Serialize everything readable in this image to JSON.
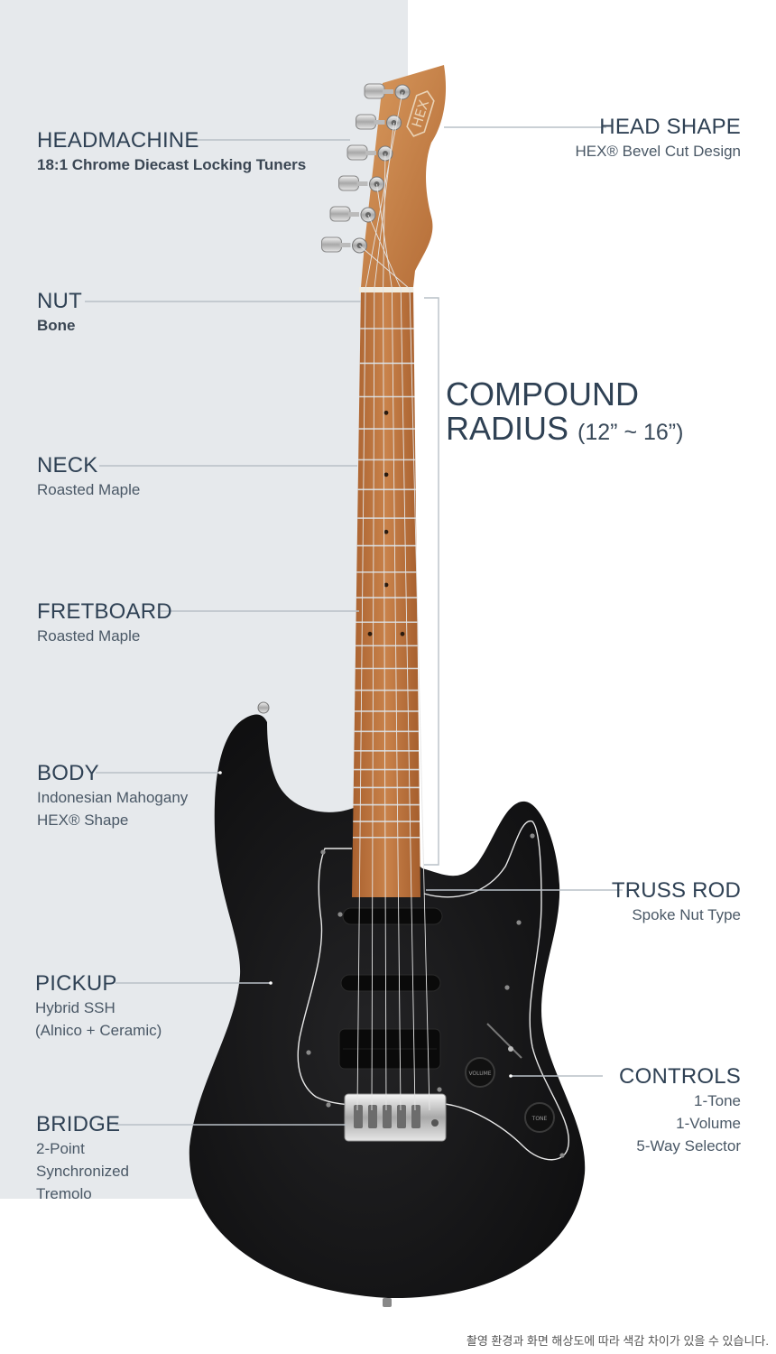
{
  "specs": {
    "headmachine": {
      "title": "HEADMACHINE",
      "desc": "18:1 Chrome Diecast Locking Tuners"
    },
    "nut": {
      "title": "NUT",
      "desc": "Bone"
    },
    "neck": {
      "title": "NECK",
      "desc": "Roasted Maple"
    },
    "fretboard": {
      "title": "FRETBOARD",
      "desc": "Roasted Maple"
    },
    "body": {
      "title": "BODY",
      "desc1": "Indonesian Mahogany",
      "desc2": "HEX® Shape"
    },
    "pickup": {
      "title": "PICKUP",
      "desc1": "Hybrid SSH",
      "desc2": "(Alnico + Ceramic)"
    },
    "bridge": {
      "title": "BRIDGE",
      "desc1": "2-Point",
      "desc2": "Synchronized",
      "desc3": "Tremolo"
    },
    "head_shape": {
      "title": "HEAD SHAPE",
      "desc": "HEX® Bevel Cut Design"
    },
    "compound_radius": {
      "line1": "COMPOUND",
      "line2": "RADIUS",
      "range": "(12” ~ 16”)"
    },
    "truss_rod": {
      "title": "TRUSS ROD",
      "desc": "Spoke Nut Type"
    },
    "controls": {
      "title": "CONTROLS",
      "desc1": "1-Tone",
      "desc2": "1-Volume",
      "desc3": "5-Way Selector"
    }
  },
  "headstock_logo": "HEX",
  "knobs": {
    "volume": "VOLUME",
    "tone": "TONE"
  },
  "footnote": "촬영 환경과 화면 해상도에 따라 색감 차이가 있을 수 있습니다.",
  "colors": {
    "panel": "#e6e9ec",
    "body": "#151516",
    "maple": "#c9824a",
    "text": "#2f4154",
    "leader": "#b9c0c7"
  }
}
